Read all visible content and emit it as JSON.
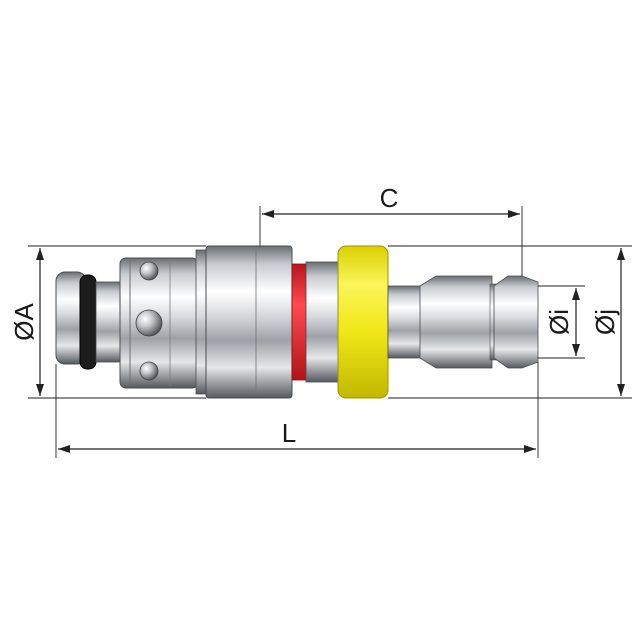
{
  "diagram": {
    "dimensions": {
      "overall_length": "L",
      "hose_length": "C",
      "outer_diameter": "ØA",
      "inner_barb_diameter": "Øi",
      "outer_barb_diameter": "Øj"
    },
    "colors": {
      "metal_light": "#f4f4f6",
      "metal_mid": "#b9bcc2",
      "metal_dark": "#5d6066",
      "oring": "#1a1a1a",
      "red_ring": "#e8242a",
      "yellow_collar": "#f1e81a",
      "dimension_line": "#222222"
    }
  }
}
